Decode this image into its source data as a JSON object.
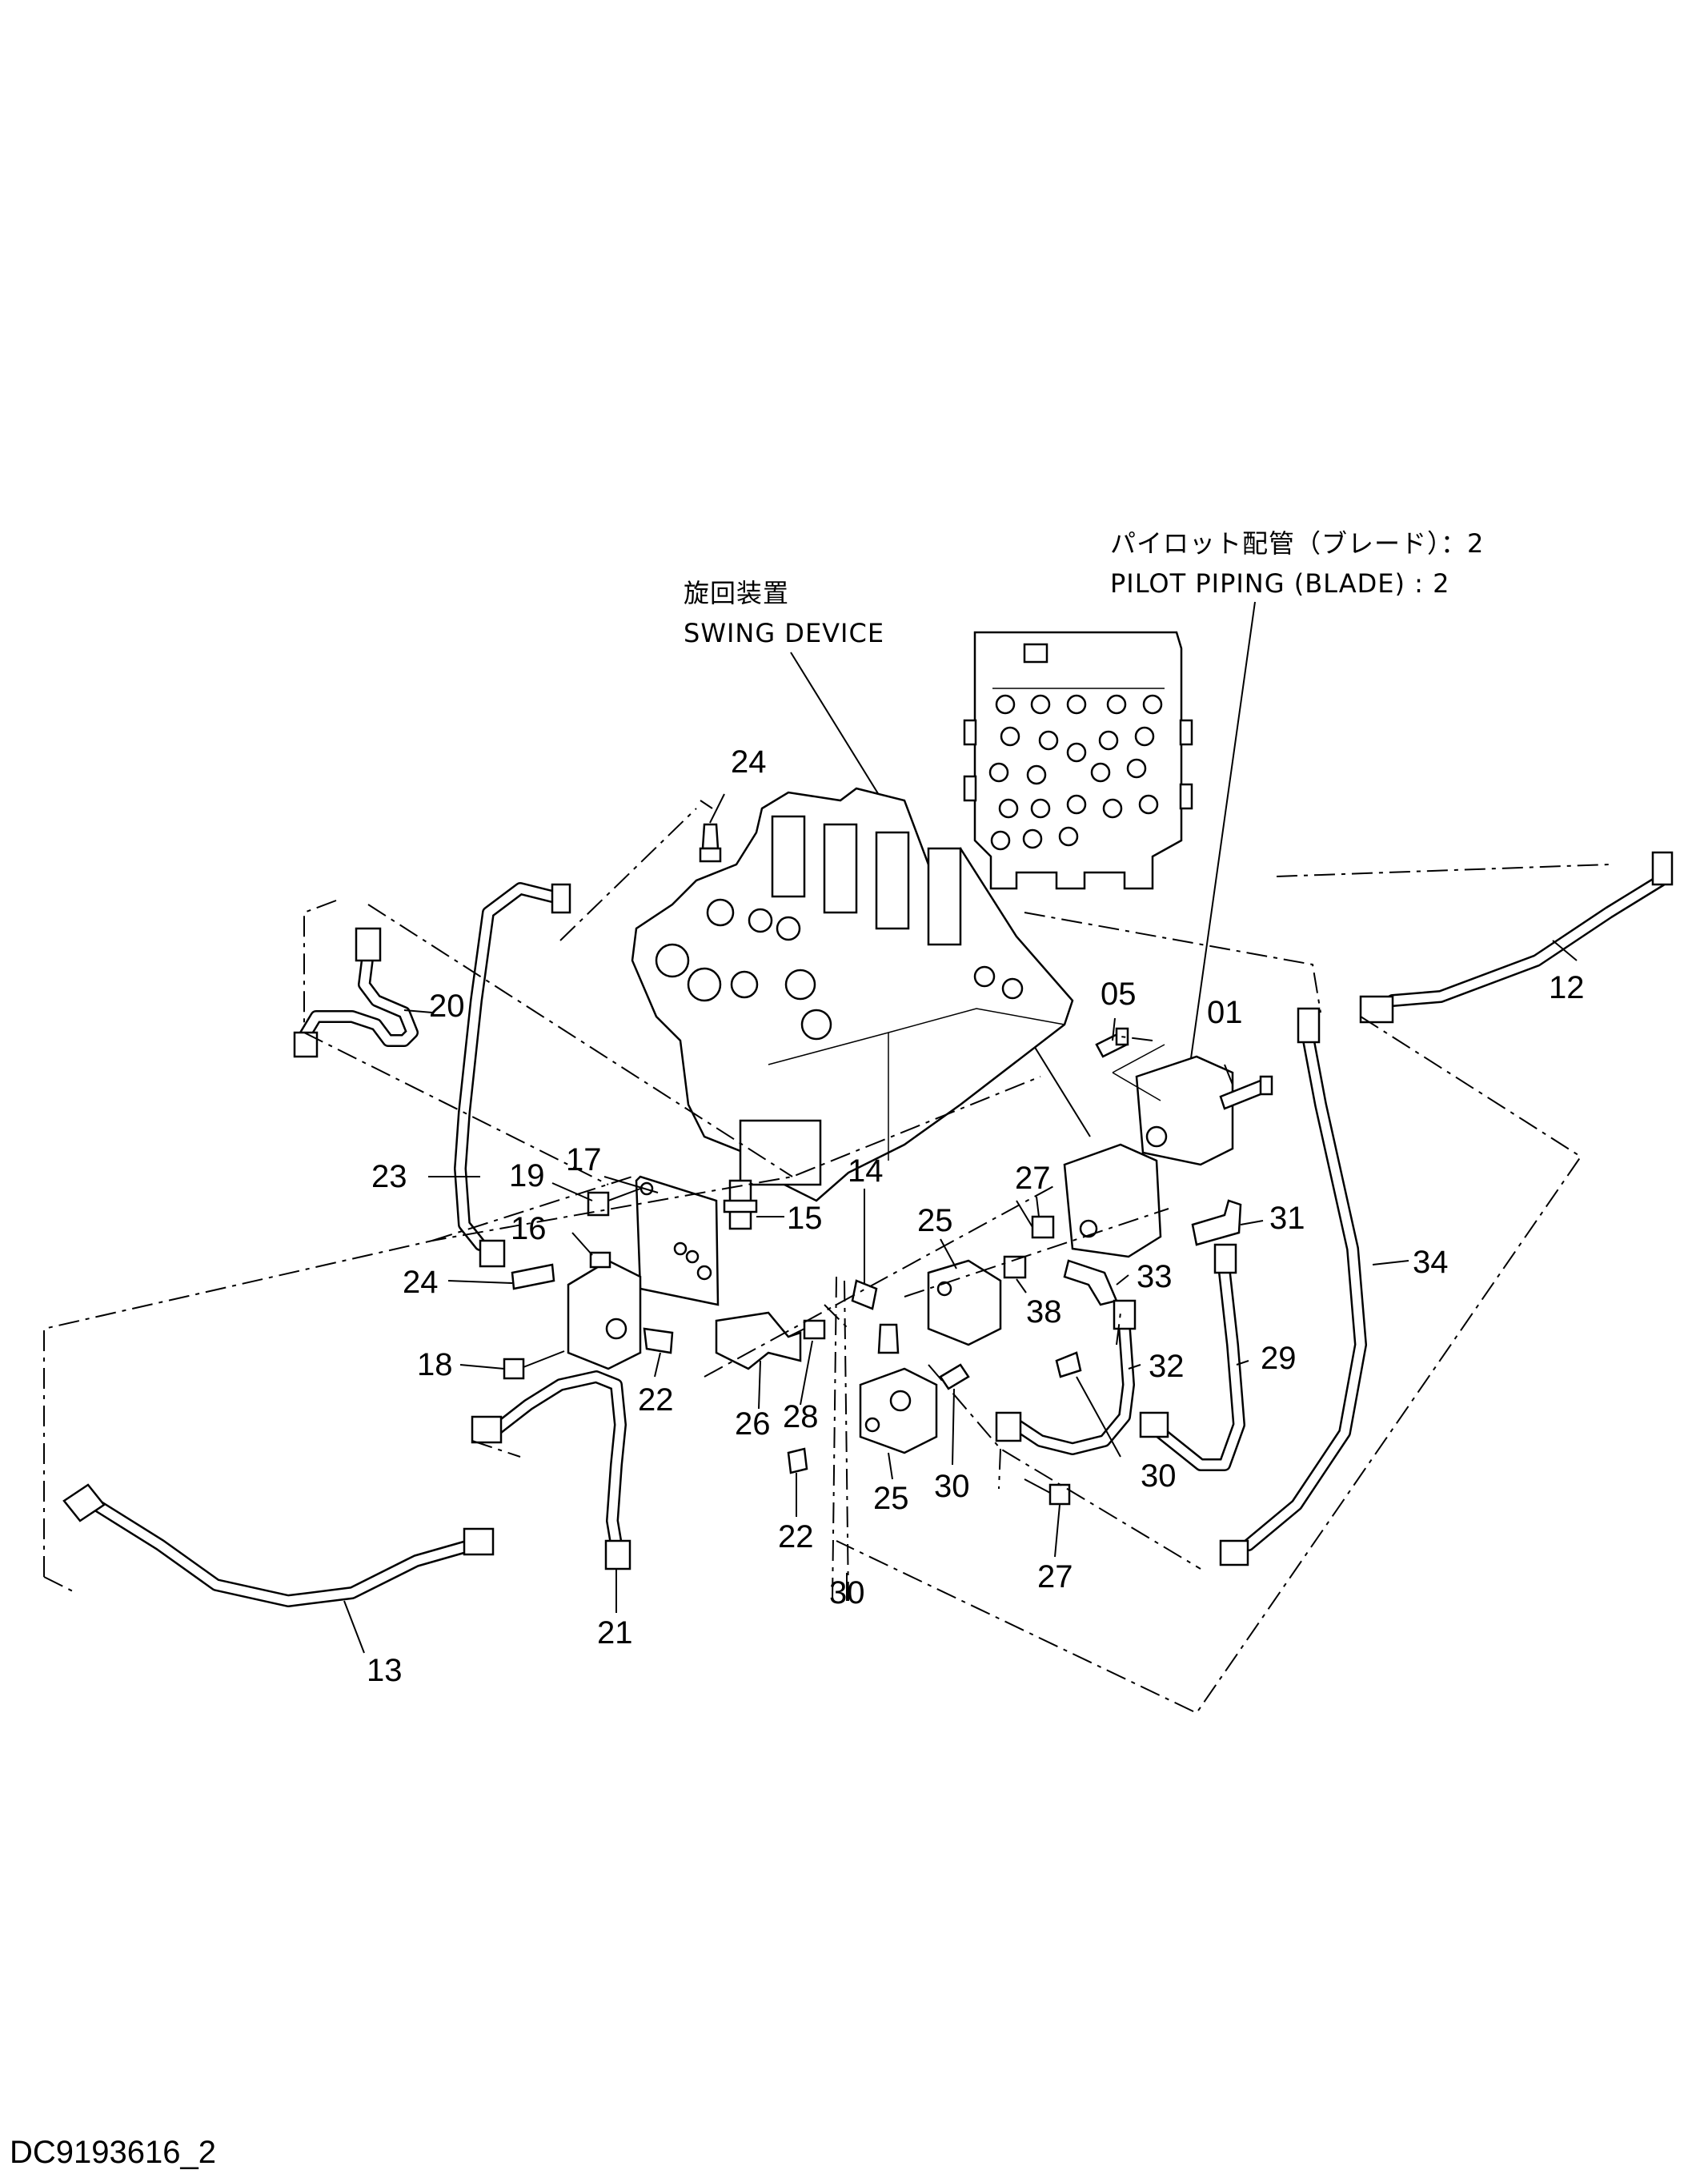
{
  "callouts": {
    "swing_device_jp": "旋回装置",
    "swing_device_en": "SWING DEVICE",
    "pilot_piping_jp": "パイロット配管（ブレード）：2",
    "pilot_piping_en": "PILOT PIPING (BLADE) : 2"
  },
  "part_labels": [
    {
      "id": "24a",
      "text": "24"
    },
    {
      "id": "20",
      "text": "20"
    },
    {
      "id": "05",
      "text": "05"
    },
    {
      "id": "01",
      "text": "01"
    },
    {
      "id": "12",
      "text": "12"
    },
    {
      "id": "17",
      "text": "17"
    },
    {
      "id": "19",
      "text": "19"
    },
    {
      "id": "23",
      "text": "23"
    },
    {
      "id": "14",
      "text": "14"
    },
    {
      "id": "27a",
      "text": "27"
    },
    {
      "id": "15",
      "text": "15"
    },
    {
      "id": "25a",
      "text": "25"
    },
    {
      "id": "31",
      "text": "31"
    },
    {
      "id": "34",
      "text": "34"
    },
    {
      "id": "16",
      "text": "16"
    },
    {
      "id": "24b",
      "text": "24"
    },
    {
      "id": "33",
      "text": "33"
    },
    {
      "id": "38",
      "text": "38"
    },
    {
      "id": "18",
      "text": "18"
    },
    {
      "id": "32",
      "text": "32"
    },
    {
      "id": "29",
      "text": "29"
    },
    {
      "id": "22a",
      "text": "22"
    },
    {
      "id": "28",
      "text": "28"
    },
    {
      "id": "26",
      "text": "26"
    },
    {
      "id": "30a",
      "text": "30"
    },
    {
      "id": "25b",
      "text": "25"
    },
    {
      "id": "30b",
      "text": "30"
    },
    {
      "id": "22b",
      "text": "22"
    },
    {
      "id": "27b",
      "text": "27"
    },
    {
      "id": "30c",
      "text": "30"
    },
    {
      "id": "21",
      "text": "21"
    },
    {
      "id": "13",
      "text": "13"
    }
  ],
  "drawing_code": "DC9193616_2"
}
